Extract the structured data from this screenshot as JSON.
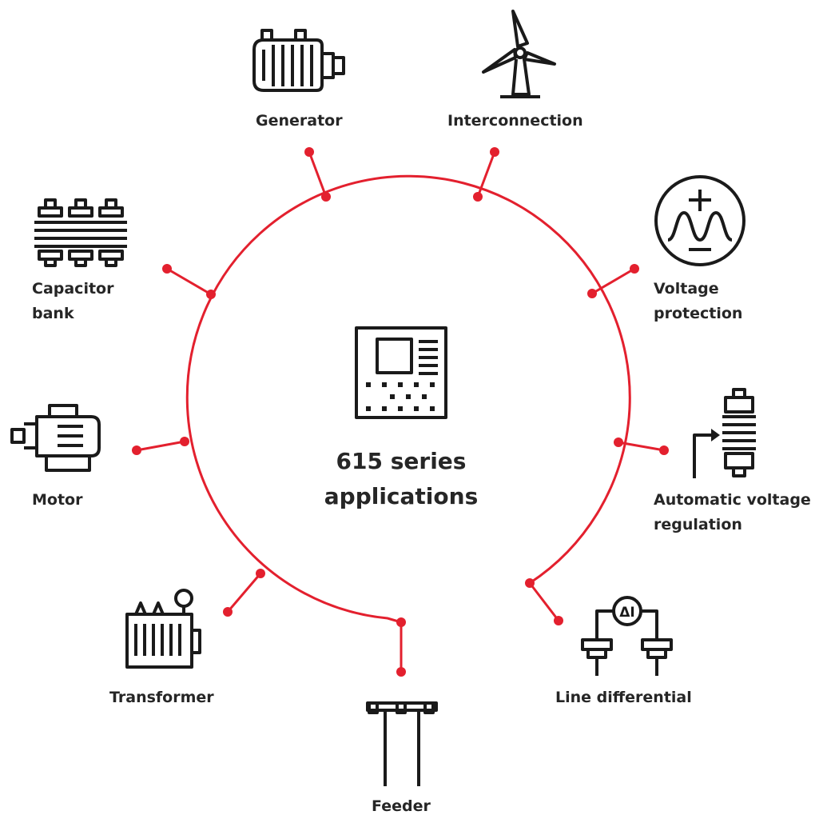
{
  "center": {
    "title_line1": "615 series",
    "title_line2": "applications",
    "icon": "relay-device-icon"
  },
  "colors": {
    "ring": "#e3202e",
    "icon": "#1a1a1a",
    "text": "#262626"
  },
  "applications": [
    {
      "id": "generator",
      "lines": [
        "Generator"
      ],
      "icon": "generator-icon"
    },
    {
      "id": "interconnection",
      "lines": [
        "Interconnection"
      ],
      "icon": "wind-turbine-icon"
    },
    {
      "id": "voltage-protection",
      "lines": [
        "Voltage",
        "protection"
      ],
      "icon": "voltage-wave-icon"
    },
    {
      "id": "automatic-voltage-regulation",
      "lines": [
        "Automatic voltage",
        "regulation"
      ],
      "icon": "tap-changer-icon"
    },
    {
      "id": "line-differential",
      "lines": [
        "Line differential"
      ],
      "icon": "line-differential-icon"
    },
    {
      "id": "feeder",
      "lines": [
        "Feeder"
      ],
      "icon": "feeder-icon"
    },
    {
      "id": "transformer",
      "lines": [
        "Transformer"
      ],
      "icon": "transformer-icon"
    },
    {
      "id": "motor",
      "lines": [
        "Motor"
      ],
      "icon": "motor-icon"
    },
    {
      "id": "capacitor-bank",
      "lines": [
        "Capacitor",
        "bank"
      ],
      "icon": "capacitor-bank-icon"
    }
  ]
}
